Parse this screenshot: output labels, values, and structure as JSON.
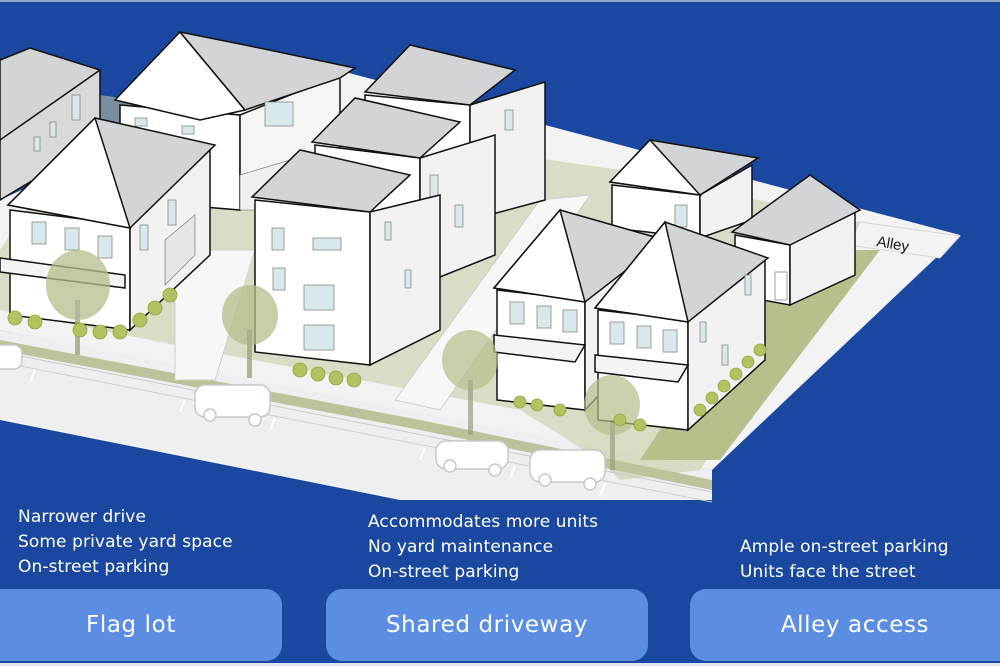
{
  "scene": {
    "street_label": "Alley",
    "colors": {
      "background": "#1a48a0",
      "button": "#5b8ee2",
      "button_text": "#ffffff",
      "caption_text": "#ffffff",
      "ground": "#f0f1f2",
      "lawn": "#b9c291",
      "roof": "#d3d4d6",
      "wall": "#ffffff",
      "window": "#d7e9ec"
    }
  },
  "options": [
    {
      "id": "flag-lot",
      "label": "Flag lot",
      "features": [
        "Narrower drive",
        "Some private yard space",
        "On-street parking"
      ]
    },
    {
      "id": "shared-driveway",
      "label": "Shared driveway",
      "features": [
        "Accommodates more units",
        "No yard maintenance",
        "On-street parking"
      ]
    },
    {
      "id": "alley-access",
      "label": "Alley access",
      "features": [
        "Ample on-street parking",
        "Units face the street"
      ]
    }
  ]
}
